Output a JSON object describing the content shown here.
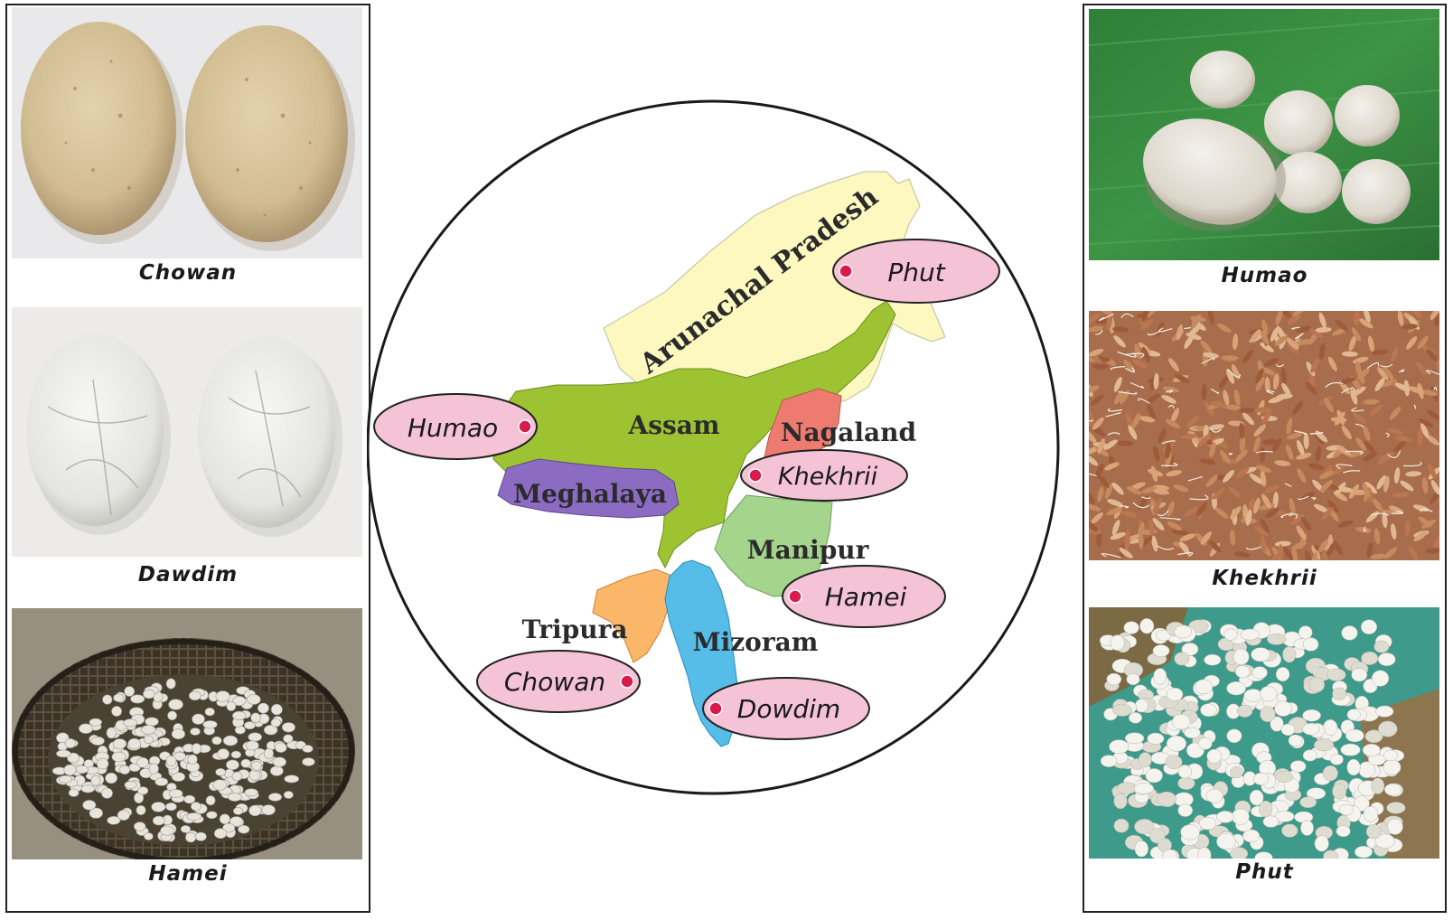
{
  "left_panel": {
    "photos": [
      {
        "caption": "Chowan"
      },
      {
        "caption": "Dawdim"
      },
      {
        "caption": "Hamei"
      }
    ]
  },
  "right_panel": {
    "photos": [
      {
        "caption": "Humao"
      },
      {
        "caption": "Khekhrii"
      },
      {
        "caption": "Phut"
      }
    ]
  },
  "map": {
    "states": {
      "arunachal": "Arunachal Pradesh",
      "assam": "Assam",
      "nagaland": "Nagaland",
      "meghalaya": "Meghalaya",
      "manipur": "Manipur",
      "tripura": "Tripura",
      "mizoram": "Mizoram"
    },
    "state_colors": {
      "arunachal": "#fdf7c0",
      "assam": "#9dc232",
      "nagaland": "#ee7b6f",
      "meghalaya": "#8c6bc2",
      "manipur": "#a5d48c",
      "tripura": "#fbb769",
      "mizoram": "#55bde8"
    },
    "callouts": {
      "phut": "Phut",
      "humao": "Humao",
      "khekhrii": "Khekhrii",
      "hamei": "Hamei",
      "chowan": "Chowan",
      "dowdim": "Dowdim"
    },
    "callout_fill": "#f5c3d6",
    "marker_color": "#d81b4a"
  }
}
